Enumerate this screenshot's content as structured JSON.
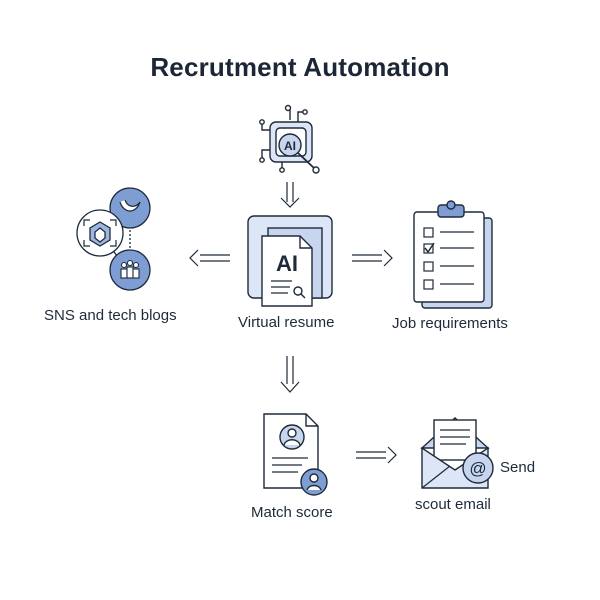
{
  "title": "Recrutment Automation",
  "nodes": {
    "ai_chip": {
      "icon": "ai-chip-icon",
      "text": "AI"
    },
    "sns": {
      "label": "SNS and tech blogs",
      "icon": "social-network-icon"
    },
    "virtual_resume": {
      "label": "Virtual resume",
      "icon": "ai-document-icon",
      "text": "AI"
    },
    "job_requirements": {
      "label": "Job requirements",
      "icon": "clipboard-checklist-icon"
    },
    "match_score": {
      "label": "Match score",
      "icon": "profile-document-icon"
    },
    "scout_email": {
      "label": "scout email",
      "side_label": "Send",
      "icon": "email-envelope-icon",
      "at": "@"
    }
  },
  "colors": {
    "accent": "#6d8fc9",
    "accent_light": "#c7d5ef",
    "accent_pale": "#dde6f6",
    "stroke": "#1e2a3a"
  }
}
